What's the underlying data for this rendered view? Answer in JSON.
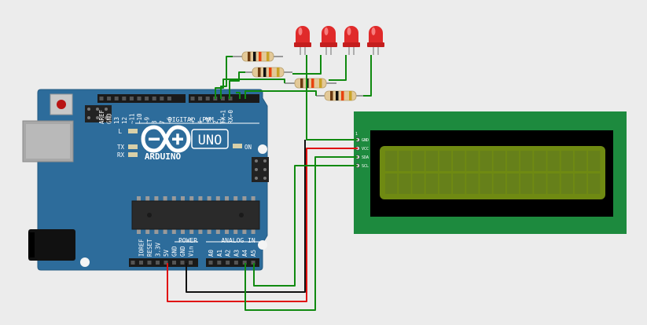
{
  "arduino": {
    "model": "UNO",
    "brand": "ARDUINO",
    "digital_header_label": "DIGITAL (PWM ~)",
    "power_header_label": "POWER",
    "analog_header_label": "ANALOG IN",
    "led_l": "L",
    "led_tx": "TX",
    "led_rx": "RX",
    "led_on": "ON",
    "digital_pins": [
      "AREF",
      "GND",
      "13",
      "12",
      "~11",
      "~10",
      "~9",
      "8",
      "7",
      "~6",
      "~5",
      "4",
      "~3",
      "2",
      "TX→1",
      "RX←0"
    ],
    "power_pins": [
      "IOREF",
      "RESET",
      "3.3V",
      "5V",
      "GND",
      "GND",
      "Vin"
    ],
    "analog_pins": [
      "A0",
      "A1",
      "A2",
      "A3",
      "A4",
      "A5"
    ]
  },
  "lcd": {
    "pin_one_marker": "1",
    "pins": [
      "GND",
      "VCC",
      "SDA",
      "SCL"
    ]
  },
  "colors": {
    "board": "#2d6c9b",
    "lcd_pcb": "#1d8a3e",
    "lcd_screen": "#6f8a12",
    "led": "#e02a2a",
    "wire_red": "#e01010",
    "wire_black": "#111111",
    "wire_green": "#108a10"
  }
}
